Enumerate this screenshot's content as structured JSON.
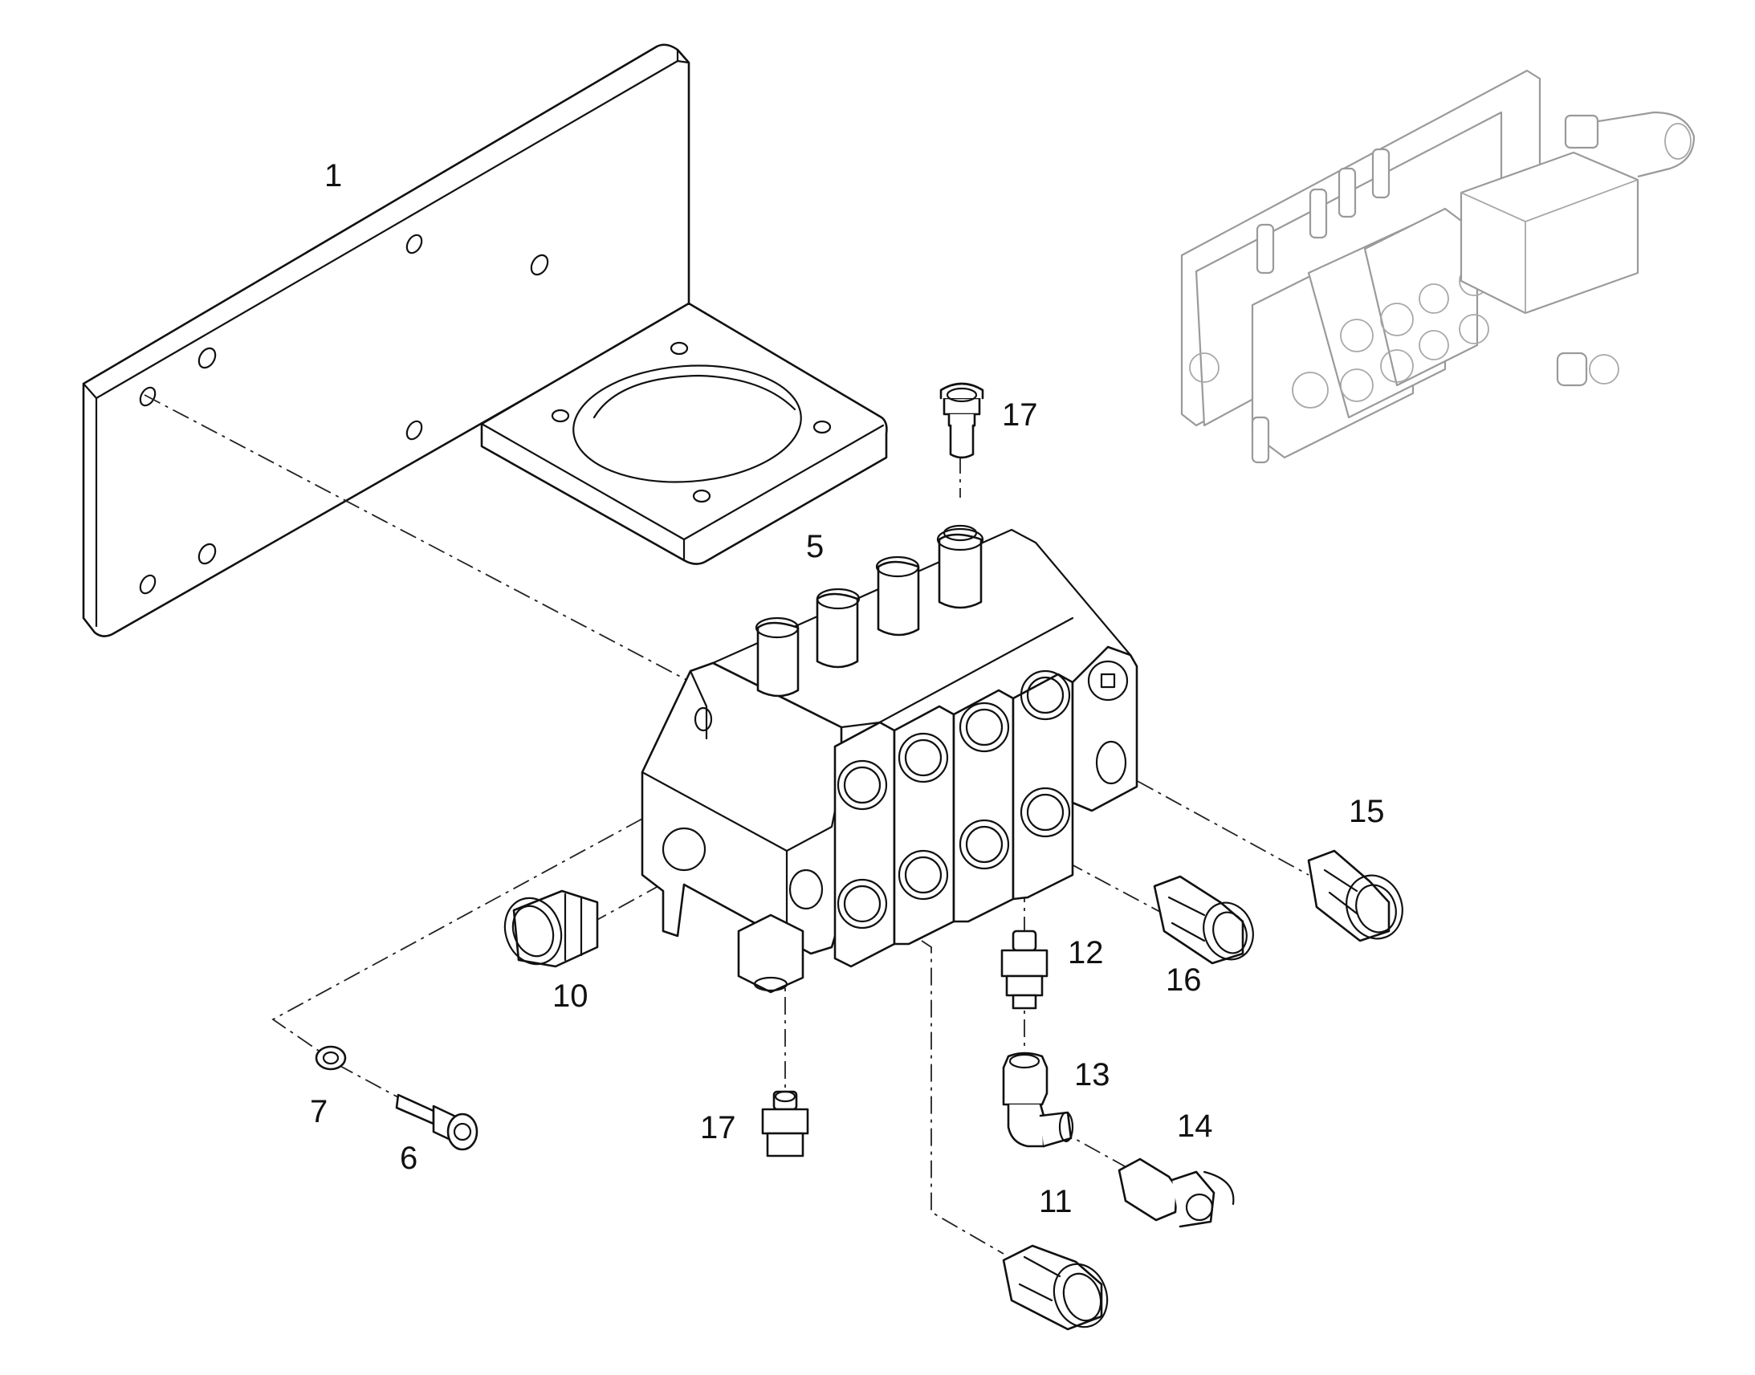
{
  "diagram": {
    "callouts": {
      "c1": "1",
      "c5": "5",
      "c6": "6",
      "c7": "7",
      "c10": "10",
      "c11": "11",
      "c12": "12",
      "c13": "13",
      "c14": "14",
      "c15": "15",
      "c16": "16",
      "c17_top": "17",
      "c17_bottom": "17"
    }
  }
}
